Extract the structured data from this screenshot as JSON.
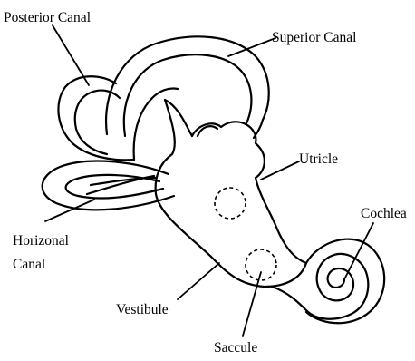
{
  "diagram": {
    "labels": {
      "posterior_canal": "Posterior Canal",
      "superior_canal": "Superior Canal",
      "utricle": "Utricle",
      "cochlea": "Cochlea",
      "horizonal_canal_line1": "Horizonal",
      "horizonal_canal_line2": "Canal",
      "vestibule": "Vestibule",
      "saccule": "Saccule"
    },
    "colors": {
      "stroke": "#000000",
      "background": "#ffffff"
    }
  }
}
